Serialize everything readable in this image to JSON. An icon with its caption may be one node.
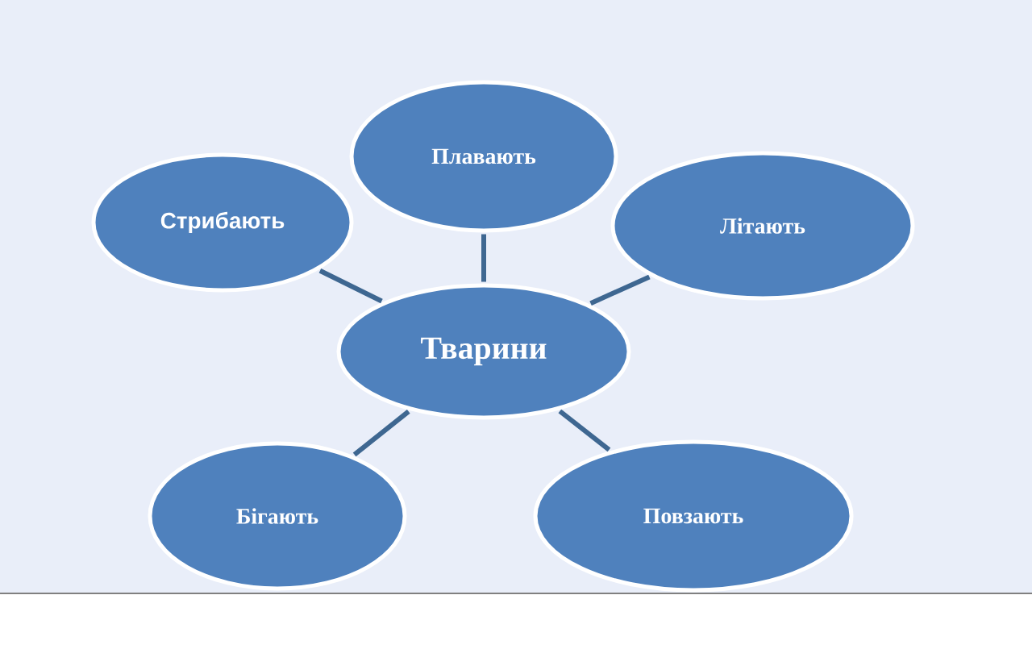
{
  "diagram": {
    "nodes": [
      {
        "text": [
          "Плавають"
        ]
      },
      {
        "text": [
          "Стрибають"
        ]
      },
      {
        "text": [
          "Літають"
        ]
      },
      {
        "text": [
          "Тварини"
        ]
      },
      {
        "text": [
          "Бігають"
        ]
      },
      {
        "text": [
          "Повзають"
        ]
      }
    ],
    "edges": [
      {
        "from": 3,
        "to": 0,
        "arrow": "none"
      },
      {
        "from": 3,
        "to": 1,
        "arrow": "none"
      },
      {
        "from": 3,
        "to": 2,
        "arrow": "none"
      },
      {
        "from": 3,
        "to": 4,
        "arrow": "none"
      },
      {
        "from": 3,
        "to": 5,
        "arrow": "none"
      }
    ]
  }
}
